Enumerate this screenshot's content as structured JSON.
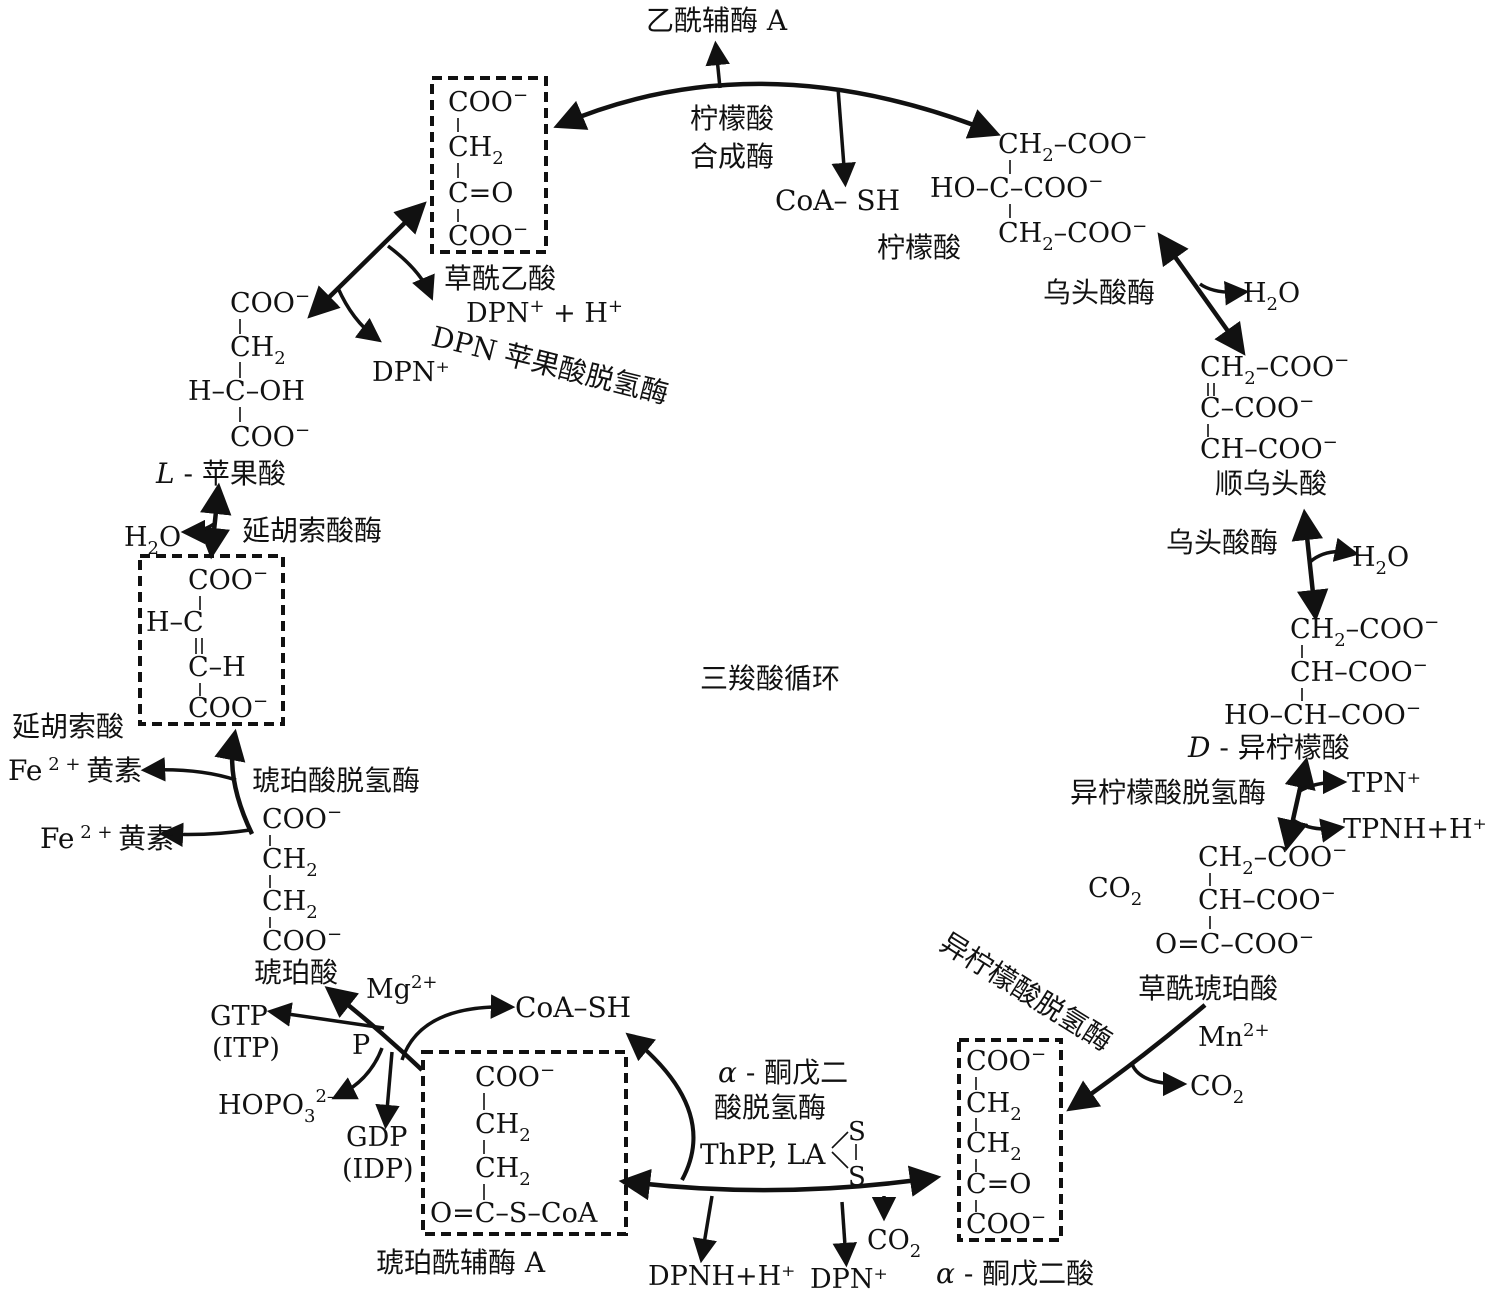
{
  "center_title": "三羧酸循环",
  "acetyl_coa": "乙酰辅酶 A",
  "citrate_synthase": [
    "柠檬酸",
    "合成酶"
  ],
  "coa_sh_top": "CoA– SH",
  "citrate": {
    "lines": [
      "CH2–COO⁻",
      "HO–C–COO⁻",
      "CH2–COO⁻"
    ],
    "name": "柠檬酸"
  },
  "aconitase_1": "乌头酸酶",
  "h2o_1": "H2O",
  "cis_aconitate": {
    "lines": [
      "CH2–COO⁻",
      "C–COO⁻",
      "CH–COO⁻"
    ],
    "name": "顺乌头酸"
  },
  "aconitase_2": "乌头酸酶",
  "h2o_2": "H2O",
  "isocitrate": {
    "lines": [
      "CH2–COO⁻",
      "CH–COO⁻",
      "HO–CH–COO⁻"
    ],
    "name": "D - 异柠檬酸"
  },
  "isocitrate_dh_1": "异柠檬酸脱氢酶",
  "tpn": "TPN⁺",
  "tpnh": "TPNH+H⁺",
  "co2_oxalosuccinate": "CO2",
  "oxalosuccinate": {
    "lines": [
      "CH2–COO⁻",
      "CH–COO⁻",
      "O=C–COO⁻"
    ],
    "name": "草酰琥珀酸"
  },
  "isocitrate_dh_2": "异柠檬酸脱氢酶",
  "mn": "Mn2+",
  "co2_right": "CO2",
  "akg": {
    "lines": [
      "COO⁻",
      "CH2",
      "CH2",
      "C=O",
      "COO⁻"
    ],
    "name": "α - 酮戊二酸"
  },
  "akg_dh": [
    "α - 酮戊二",
    "酸脱氢酶"
  ],
  "thpp": "ThPP, LA",
  "s_atoms": [
    "S",
    "S"
  ],
  "co2_bottom": "CO2",
  "dpnh": "DPNH+H⁺",
  "dpn_bottom": "DPN⁺",
  "coa_sh_bottom": "CoA–SH",
  "succinyl_coa": {
    "lines": [
      "COO⁻",
      "CH2",
      "CH2",
      "O=C–S–CoA"
    ],
    "name": "琥珀酰辅酶 A"
  },
  "mg": "Mg2+",
  "gtp": [
    "GTP",
    "(ITP)"
  ],
  "p": "P",
  "hopo3": "HOPO3 2–",
  "gdp": [
    "GDP",
    "(IDP)"
  ],
  "succinate": {
    "lines": [
      "COO⁻",
      "CH2",
      "CH2",
      "COO⁻"
    ],
    "name": "琥珀酸"
  },
  "succinate_dh": "琥珀酸脱氢酶",
  "fe_flavin_1": "Fe 2 + 黄素",
  "fe_flavin_2": "Fe 2 + 黄素",
  "fumarate": {
    "lines": [
      "COO⁻",
      "H–C",
      "C–H",
      "COO⁻"
    ],
    "name": "延胡索酸"
  },
  "fumarase": "延胡索酸酶",
  "h2o_3": "H2O",
  "malate": {
    "lines": [
      "COO⁻",
      "CH2",
      "H–C–OH",
      "COO⁻"
    ],
    "name": "L - 苹果酸"
  },
  "dpn_top": "DPN⁺",
  "dpnh_top": "DPN⁺ + H⁺",
  "malate_dh": "DPN 苹果酸脱氢酶",
  "oxaloacetate": {
    "lines": [
      "COO⁻",
      "CH2",
      "C=O",
      "COO⁻"
    ],
    "name": "草酰乙酸"
  }
}
